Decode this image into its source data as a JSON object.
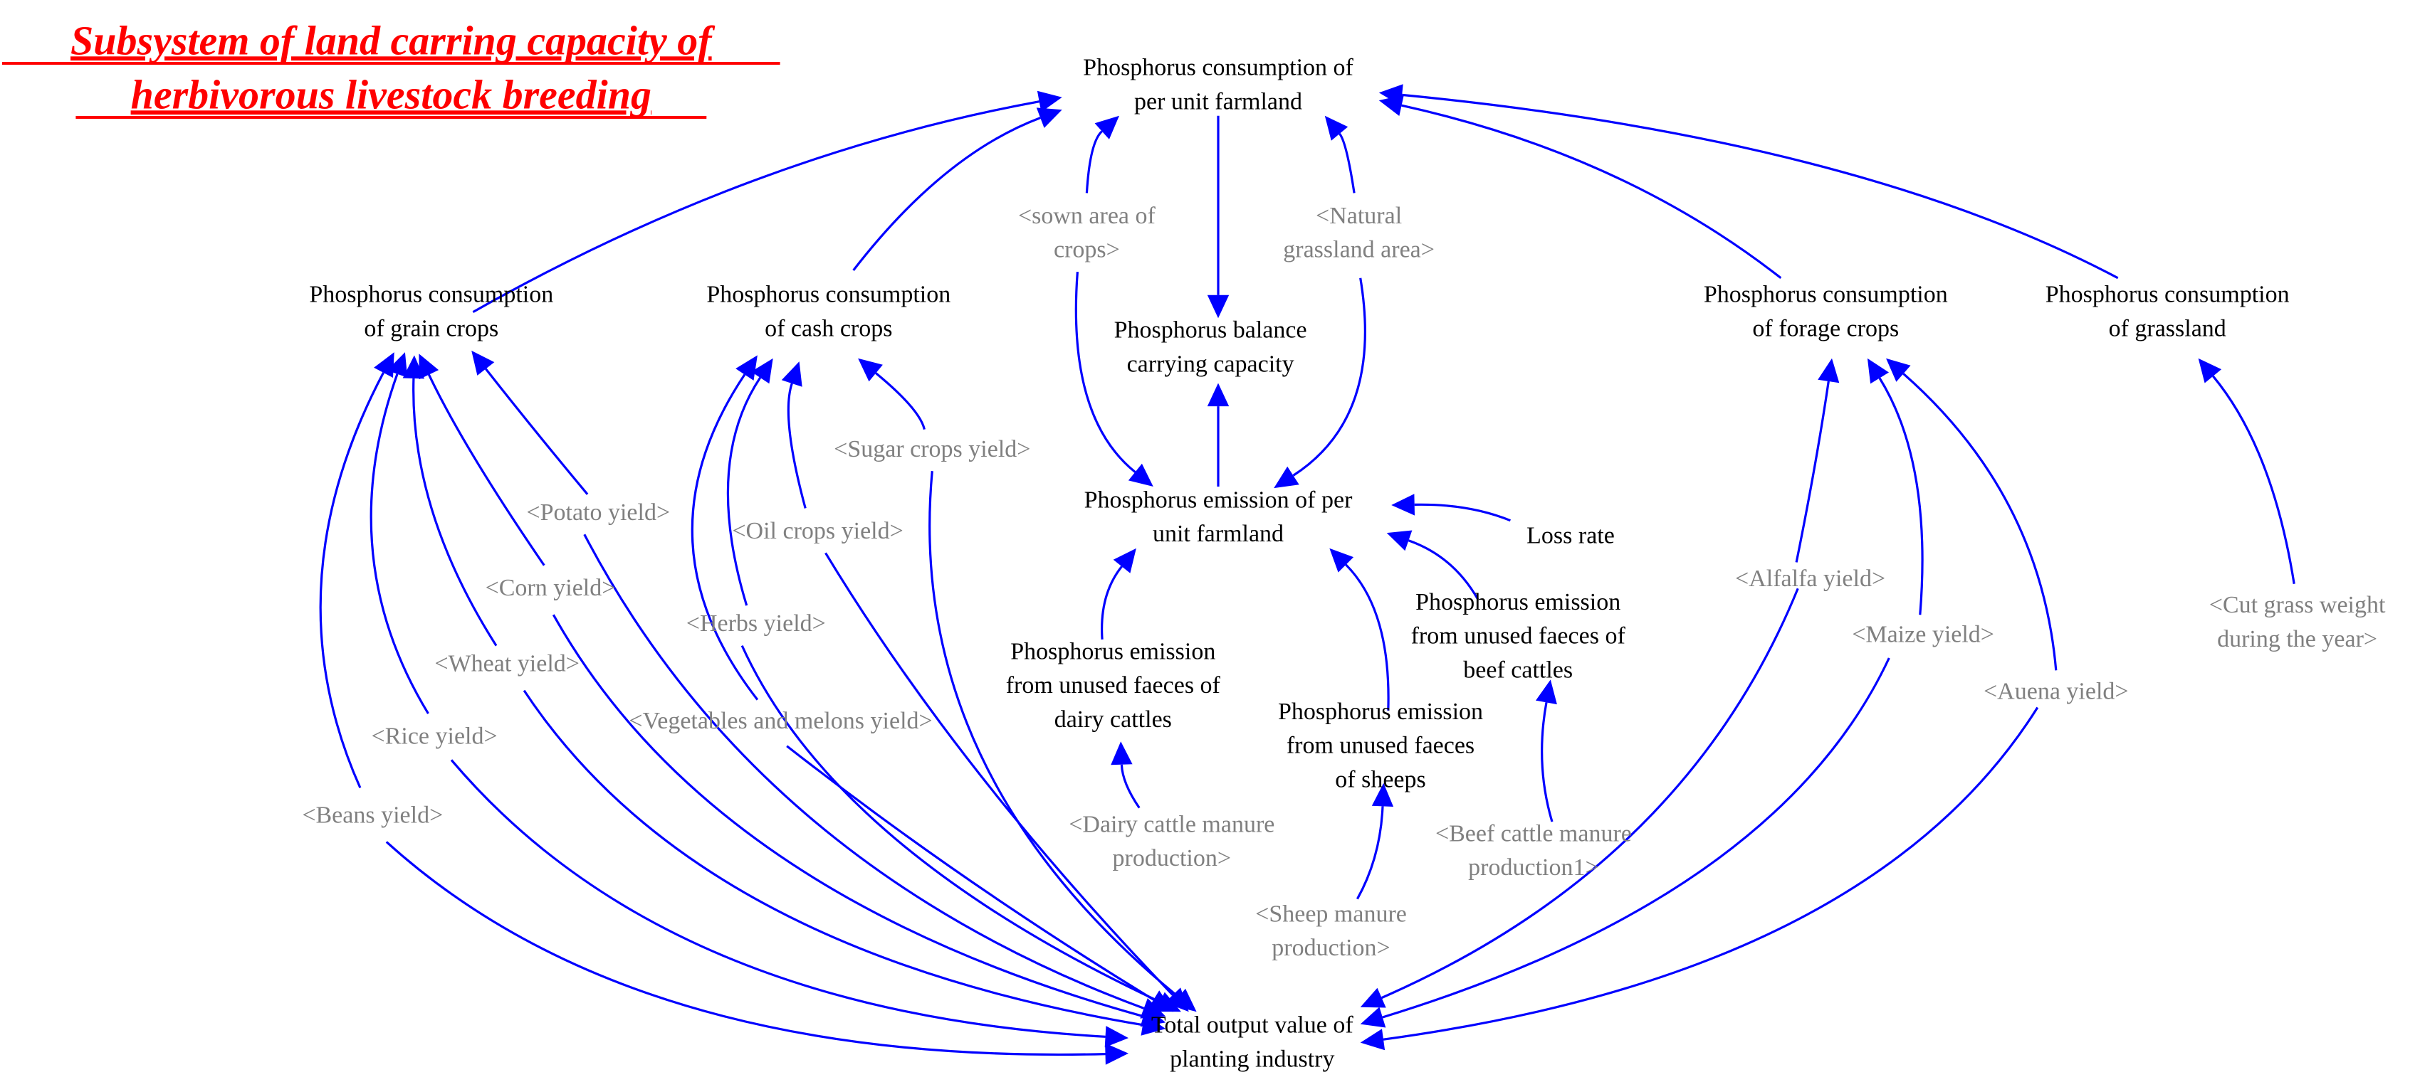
{
  "title": {
    "lines": [
      "Subsystem of land carring capacity of",
      "herbivorous livestock breeding"
    ],
    "color": "#ff0000"
  },
  "colors": {
    "arrow": "#0000ff",
    "variable": "#000000",
    "shadow_variable": "#808080"
  },
  "variables": {
    "phos_consumption_per_unit": [
      "Phosphorus consumption of",
      "per unit farmland"
    ],
    "phos_balance": [
      "Phosphorus balance",
      "carrying capacity"
    ],
    "phos_emission_per_unit": [
      "Phosphorus emission of per",
      "unit farmland"
    ],
    "phos_grain": [
      "Phosphorus consumption",
      "of grain crops"
    ],
    "phos_cash": [
      "Phosphorus consumption",
      "of cash crops"
    ],
    "phos_forage": [
      "Phosphorus consumption",
      "of forage crops"
    ],
    "phos_grassland": [
      "Phosphorus consumption",
      "of grassland"
    ],
    "loss_rate": [
      "Loss rate"
    ],
    "emission_dairy": [
      "Phosphorus emission",
      "from unused faeces of",
      "dairy cattles"
    ],
    "emission_sheep": [
      "Phosphorus emission",
      "from unused faeces",
      "of sheeps"
    ],
    "emission_beef": [
      "Phosphorus emission",
      "from unused faeces of",
      "beef cattles"
    ],
    "total_output": [
      "Total output value of",
      "planting industry"
    ]
  },
  "shadow_variables": {
    "sown_area": [
      "<sown area of",
      "crops>"
    ],
    "natural_grassland": [
      "<Natural",
      "grassland area>"
    ],
    "sugar_yield": [
      "<Sugar crops yield>"
    ],
    "potato_yield": [
      "<Potato yield>"
    ],
    "oil_yield": [
      "<Oil crops yield>"
    ],
    "corn_yield": [
      "<Corn yield>"
    ],
    "herbs_yield": [
      "<Herbs yield>"
    ],
    "wheat_yield": [
      "<Wheat yield>"
    ],
    "veg_yield": [
      "<Vegetables and melons yield>"
    ],
    "rice_yield": [
      "<Rice yield>"
    ],
    "beans_yield": [
      "<Beans yield>"
    ],
    "dairy_manure": [
      "<Dairy cattle manure",
      "production>"
    ],
    "sheep_manure": [
      "<Sheep manure",
      "production>"
    ],
    "beef_manure": [
      "<Beef cattle manure",
      "production1>"
    ],
    "alfalfa_yield": [
      "<Alfalfa yield>"
    ],
    "maize_yield": [
      "<Maize yield>"
    ],
    "auena_yield": [
      "<Auena yield>"
    ],
    "cut_grass": [
      "<Cut grass weight",
      "during the year>"
    ]
  },
  "links": [
    {
      "from": "phos_grain",
      "to": "phos_consumption_per_unit"
    },
    {
      "from": "phos_cash",
      "to": "phos_consumption_per_unit"
    },
    {
      "from": "sown_area",
      "to": "phos_consumption_per_unit"
    },
    {
      "from": "natural_grassland",
      "to": "phos_consumption_per_unit"
    },
    {
      "from": "phos_forage",
      "to": "phos_consumption_per_unit"
    },
    {
      "from": "phos_grassland",
      "to": "phos_consumption_per_unit"
    },
    {
      "from": "phos_consumption_per_unit",
      "to": "phos_balance"
    },
    {
      "from": "phos_emission_per_unit",
      "to": "phos_balance"
    },
    {
      "from": "sown_area",
      "to": "phos_emission_per_unit"
    },
    {
      "from": "natural_grassland",
      "to": "phos_emission_per_unit"
    },
    {
      "from": "loss_rate",
      "to": "phos_emission_per_unit"
    },
    {
      "from": "emission_dairy",
      "to": "phos_emission_per_unit"
    },
    {
      "from": "emission_sheep",
      "to": "phos_emission_per_unit"
    },
    {
      "from": "emission_beef",
      "to": "phos_emission_per_unit"
    },
    {
      "from": "dairy_manure",
      "to": "emission_dairy"
    },
    {
      "from": "sheep_manure",
      "to": "emission_sheep"
    },
    {
      "from": "beef_manure",
      "to": "emission_beef"
    },
    {
      "from": "potato_yield",
      "to": "phos_grain"
    },
    {
      "from": "corn_yield",
      "to": "phos_grain"
    },
    {
      "from": "wheat_yield",
      "to": "phos_grain"
    },
    {
      "from": "rice_yield",
      "to": "phos_grain"
    },
    {
      "from": "beans_yield",
      "to": "phos_grain"
    },
    {
      "from": "sugar_yield",
      "to": "phos_cash"
    },
    {
      "from": "oil_yield",
      "to": "phos_cash"
    },
    {
      "from": "herbs_yield",
      "to": "phos_cash"
    },
    {
      "from": "veg_yield",
      "to": "phos_cash"
    },
    {
      "from": "alfalfa_yield",
      "to": "phos_forage"
    },
    {
      "from": "maize_yield",
      "to": "phos_forage"
    },
    {
      "from": "auena_yield",
      "to": "phos_forage"
    },
    {
      "from": "cut_grass",
      "to": "phos_grassland"
    },
    {
      "from": "total_output",
      "to": "potato_yield"
    },
    {
      "from": "total_output",
      "to": "corn_yield"
    },
    {
      "from": "total_output",
      "to": "wheat_yield"
    },
    {
      "from": "total_output",
      "to": "rice_yield"
    },
    {
      "from": "total_output",
      "to": "beans_yield"
    },
    {
      "from": "total_output",
      "to": "sugar_yield"
    },
    {
      "from": "total_output",
      "to": "oil_yield"
    },
    {
      "from": "total_output",
      "to": "herbs_yield"
    },
    {
      "from": "total_output",
      "to": "veg_yield"
    },
    {
      "from": "total_output",
      "to": "alfalfa_yield"
    },
    {
      "from": "total_output",
      "to": "maize_yield"
    },
    {
      "from": "total_output",
      "to": "auena_yield"
    }
  ]
}
